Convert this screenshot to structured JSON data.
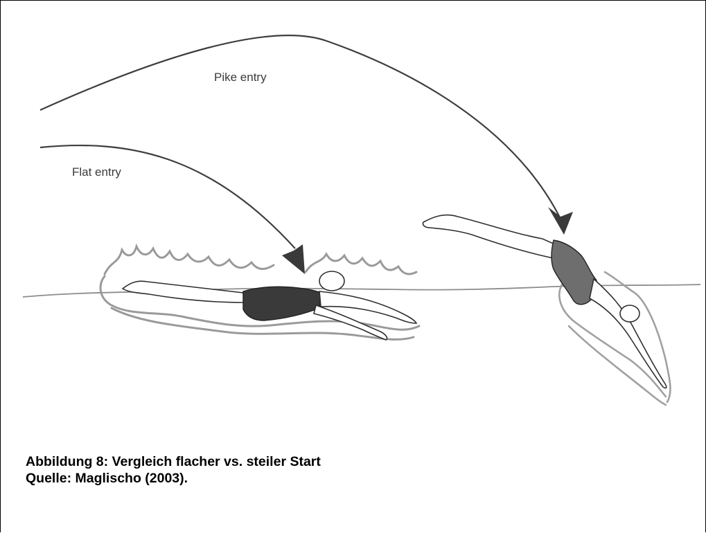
{
  "diagram": {
    "labels": {
      "pike_entry": "Pike entry",
      "flat_entry": "Flat entry"
    },
    "colors": {
      "line": "#3d3d3d",
      "splash": "#9a9a9a",
      "suit": "#3a3a3a",
      "waterline": "#8c8c8c"
    }
  },
  "caption": {
    "title": "Abbildung 8: Vergleich flacher vs. steiler Start",
    "source": "Quelle: Maglischo (2003)."
  }
}
